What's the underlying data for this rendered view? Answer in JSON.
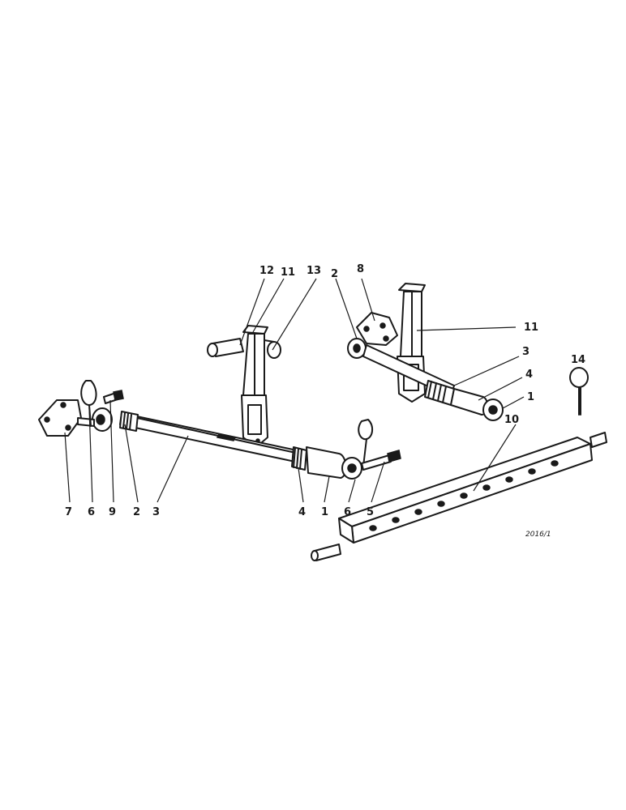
{
  "reference_code": "2016/1",
  "callouts": [
    {
      "id": "c-12",
      "text": "12"
    },
    {
      "id": "c-11a",
      "text": "11"
    },
    {
      "id": "c-13",
      "text": "13"
    },
    {
      "id": "c-2a",
      "text": "2"
    },
    {
      "id": "c-8",
      "text": "8"
    },
    {
      "id": "c-11b",
      "text": "11"
    },
    {
      "id": "c-3a",
      "text": "3"
    },
    {
      "id": "c-4a",
      "text": "4"
    },
    {
      "id": "c-1a",
      "text": "1"
    },
    {
      "id": "c-14",
      "text": "14"
    },
    {
      "id": "c-10",
      "text": "10"
    },
    {
      "id": "c-7",
      "text": "7"
    },
    {
      "id": "c-6a",
      "text": "6"
    },
    {
      "id": "c-9",
      "text": "9"
    },
    {
      "id": "c-2b",
      "text": "2"
    },
    {
      "id": "c-3b",
      "text": "3"
    },
    {
      "id": "c-4b",
      "text": "4"
    },
    {
      "id": "c-1b",
      "text": "1"
    },
    {
      "id": "c-6b",
      "text": "6"
    },
    {
      "id": "c-5",
      "text": "5"
    }
  ]
}
